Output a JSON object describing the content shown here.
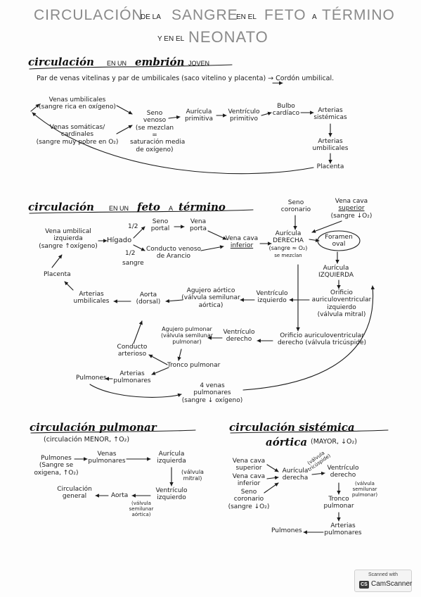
{
  "title": {
    "w1": "CIRCULACIÓN",
    "w2": "DE LA",
    "w3": "SANGRE",
    "w4": "EN EL",
    "w5": "FETO",
    "w6": "A",
    "w7": "TÉRMINO",
    "w8": "Y EN EL",
    "w9": "NEONATO"
  },
  "embrion": {
    "heading": "circulación",
    "heading2": "EN UN",
    "heading3": "embrión",
    "heading4": "JOVEN",
    "intro": "Par de venas vitelinas y par de umbilicales (saco vitelino y placenta) → Cordón umbilical.",
    "venas_umbilicales": [
      "Venas umbilicales",
      "(sangre rica en oxígeno)"
    ],
    "venas_somaticas": [
      "Venas somáticas/",
      "cardinales",
      "(sangre muy pobre en O₂)"
    ],
    "seno_venoso": [
      "Seno",
      "venoso",
      "(se mezclan",
      "=",
      "saturación media",
      "de oxígeno)"
    ],
    "auricula": [
      "Aurícula",
      "primitiva"
    ],
    "ventriculo": [
      "Ventrículo",
      "primitivo"
    ],
    "bulbo": [
      "Bulbo",
      "cardíaco"
    ],
    "arterias_sistemicas": [
      "Arterias",
      "sistémicas"
    ],
    "arterias_umbilicales": [
      "Arterias",
      "umbilicales"
    ],
    "placenta": "Placenta"
  },
  "feto": {
    "heading": "circulación",
    "heading2": "EN UN",
    "heading3": "feto",
    "heading4": "A",
    "heading5": "término",
    "vena_umbilical": [
      "Vena umbilical",
      "izquierda",
      "(sangre ↑oxígeno)"
    ],
    "higado": "Hígado",
    "half1": "1/2",
    "half2": "1/2",
    "sangre": "sangre",
    "seno_portal": [
      "Seno",
      "portal"
    ],
    "vena_porta": [
      "Vena",
      "porta"
    ],
    "conducto_venoso": [
      "Conducto venoso",
      "de Arancio"
    ],
    "vena_cava_inferior": [
      "Vena cava",
      "inferior"
    ],
    "seno_coronario": [
      "Seno",
      "coronario"
    ],
    "vena_cava_superior": [
      "Vena cava",
      "superior",
      "(sangre ↓O₂)"
    ],
    "auricula_derecha": [
      "Aurícula",
      "DERECHA",
      "(sangre ≈ O₂)",
      "se mezclan"
    ],
    "foramen_oval": [
      "Foramen",
      "oval"
    ],
    "auricula_izquierda": [
      "Aurícula",
      "IZQUIERDA"
    ],
    "orificio_izq": [
      "Orificio",
      "auriculoventricular",
      "izquierdo",
      "(válvula mitral)"
    ],
    "ventriculo_izq": [
      "Ventrículo",
      "izquierdo"
    ],
    "agujero_aortico": [
      "Agujero aórtico",
      "(válvula semilunar",
      "aórtica)"
    ],
    "aorta": [
      "Aorta",
      "(dorsal)"
    ],
    "arterias_umbilicales": [
      "Arterias",
      "umbilicales"
    ],
    "placenta": "Placenta",
    "orificio_der": [
      "Orificio auriculoventricular",
      "derecho (válvula tricúspide)"
    ],
    "ventriculo_der": [
      "Ventrículo",
      "derecho"
    ],
    "agujero_pulmonar": [
      "Agujero pulmonar",
      "(válvula semilunar",
      "pulmonar)"
    ],
    "conducto_arterioso": [
      "Conducto",
      "arterioso"
    ],
    "tronco_pulmonar": "Tronco pulmonar",
    "arterias_pulmonares": [
      "Arterias",
      "pulmonares"
    ],
    "pulmones": "Pulmones",
    "venas_pulmonares": [
      "4 venas",
      "pulmonares",
      "(sangre ↓ oxígeno)"
    ]
  },
  "pulmonar": {
    "heading": "circulación pulmonar",
    "sub": "(circulación MENOR, ↑O₂)",
    "pulmones": [
      "Pulmones",
      "(Sangre se",
      "oxigena, ↑O₂)"
    ],
    "venas_pulmonares": [
      "Venas",
      "pulmonares"
    ],
    "auricula_izq": [
      "Aurícula",
      "izquierda"
    ],
    "valvula_mitral": [
      "(válvula",
      "mitral)"
    ],
    "ventriculo_izq": [
      "Ventrículo",
      "izquierdo"
    ],
    "valvula_aortica": [
      "(válvula",
      "semilunar",
      "aórtica)"
    ],
    "aorta": "Aorta",
    "circulacion_general": [
      "Circulación",
      "general"
    ]
  },
  "sistemica": {
    "heading1": "circulación sistémica",
    "heading2": "aórtica",
    "sub": "(MAYOR, ↓O₂)",
    "vena_cava_sup": [
      "Vena cava",
      "superior"
    ],
    "vena_cava_inf": [
      "Vena cava",
      "inferior"
    ],
    "seno_coronario": [
      "Seno",
      "coronario",
      "(sangre ↓O₂)"
    ],
    "auricula_der": [
      "Aurícula",
      "derecha"
    ],
    "valvula_tricuspide": [
      "(válvula",
      "tricúspide)"
    ],
    "ventriculo_der": [
      "Ventrículo",
      "derecho"
    ],
    "valvula_pulmonar": [
      "(válvula",
      "semilunar",
      "pulmonar)"
    ],
    "tronco": [
      "Tronco",
      "pulmonar"
    ],
    "arterias_pulmonares": [
      "Arterias",
      "pulmonares"
    ],
    "pulmones": "Pulmones"
  },
  "scanner": {
    "scanned_with": "Scanned with",
    "cs_logo": "CS",
    "name": "CamScanner"
  }
}
